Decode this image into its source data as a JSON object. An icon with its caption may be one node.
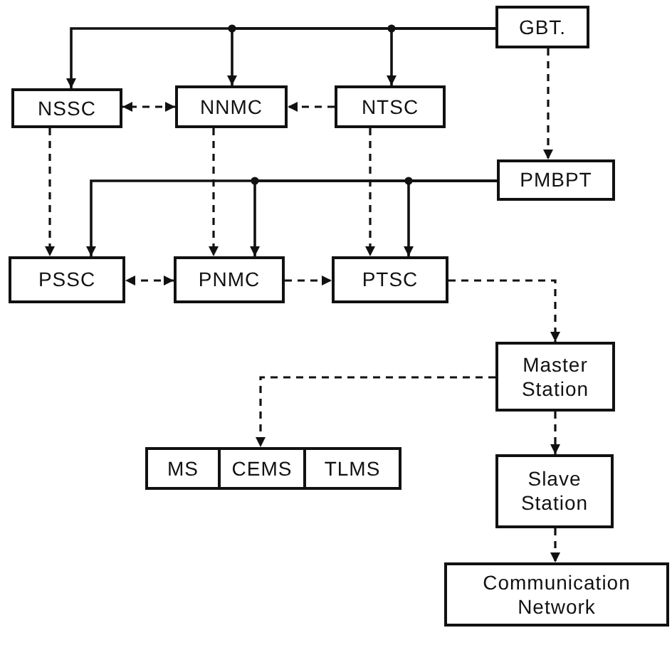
{
  "diagram": {
    "nodes": [
      {
        "text": [
          "GBT."
        ]
      },
      {
        "text": [
          "NSSC"
        ]
      },
      {
        "text": [
          "NNMC"
        ]
      },
      {
        "text": [
          "NTSC"
        ]
      },
      {
        "text": [
          "PMBPT"
        ]
      },
      {
        "text": [
          "PSSC"
        ]
      },
      {
        "text": [
          "PNMC"
        ]
      },
      {
        "text": [
          "PTSC"
        ]
      },
      {
        "text": [
          "Master Station"
        ]
      },
      {
        "text": [
          "MS"
        ]
      },
      {
        "text": [
          "CEMS"
        ]
      },
      {
        "text": [
          "TLMS"
        ]
      },
      {
        "text": [
          "Slave Station"
        ]
      },
      {
        "text": [
          "Communication Network"
        ]
      }
    ],
    "edges": [
      {
        "from": 0,
        "to": 1,
        "arrow": "to"
      },
      {
        "from": 0,
        "to": 2,
        "arrow": "to"
      },
      {
        "from": 0,
        "to": 3,
        "arrow": "to"
      },
      {
        "from": 2,
        "to": 1,
        "arrow": "both",
        "style": "dashed"
      },
      {
        "from": 3,
        "to": 2,
        "arrow": "to",
        "style": "dashed"
      },
      {
        "from": 0,
        "to": 4,
        "arrow": "to",
        "style": "dashed"
      },
      {
        "from": 1,
        "to": 5,
        "arrow": "to",
        "style": "dashed"
      },
      {
        "from": 2,
        "to": 6,
        "arrow": "to",
        "style": "dashed"
      },
      {
        "from": 3,
        "to": 7,
        "arrow": "to",
        "style": "dashed"
      },
      {
        "from": 4,
        "to": 5,
        "arrow": "to"
      },
      {
        "from": 4,
        "to": 6,
        "arrow": "to"
      },
      {
        "from": 4,
        "to": 7,
        "arrow": "to"
      },
      {
        "from": 6,
        "to": 5,
        "arrow": "both",
        "style": "dashed"
      },
      {
        "from": 6,
        "to": 7,
        "arrow": "to",
        "style": "dashed"
      },
      {
        "from": 7,
        "to": 8,
        "arrow": "to",
        "style": "dashed"
      },
      {
        "from": 8,
        "to": 10,
        "arrow": "to",
        "style": "dashed"
      },
      {
        "from": 8,
        "to": 12,
        "arrow": "to",
        "style": "dashed"
      },
      {
        "from": 12,
        "to": 13,
        "arrow": "to",
        "style": "dashed"
      }
    ]
  }
}
